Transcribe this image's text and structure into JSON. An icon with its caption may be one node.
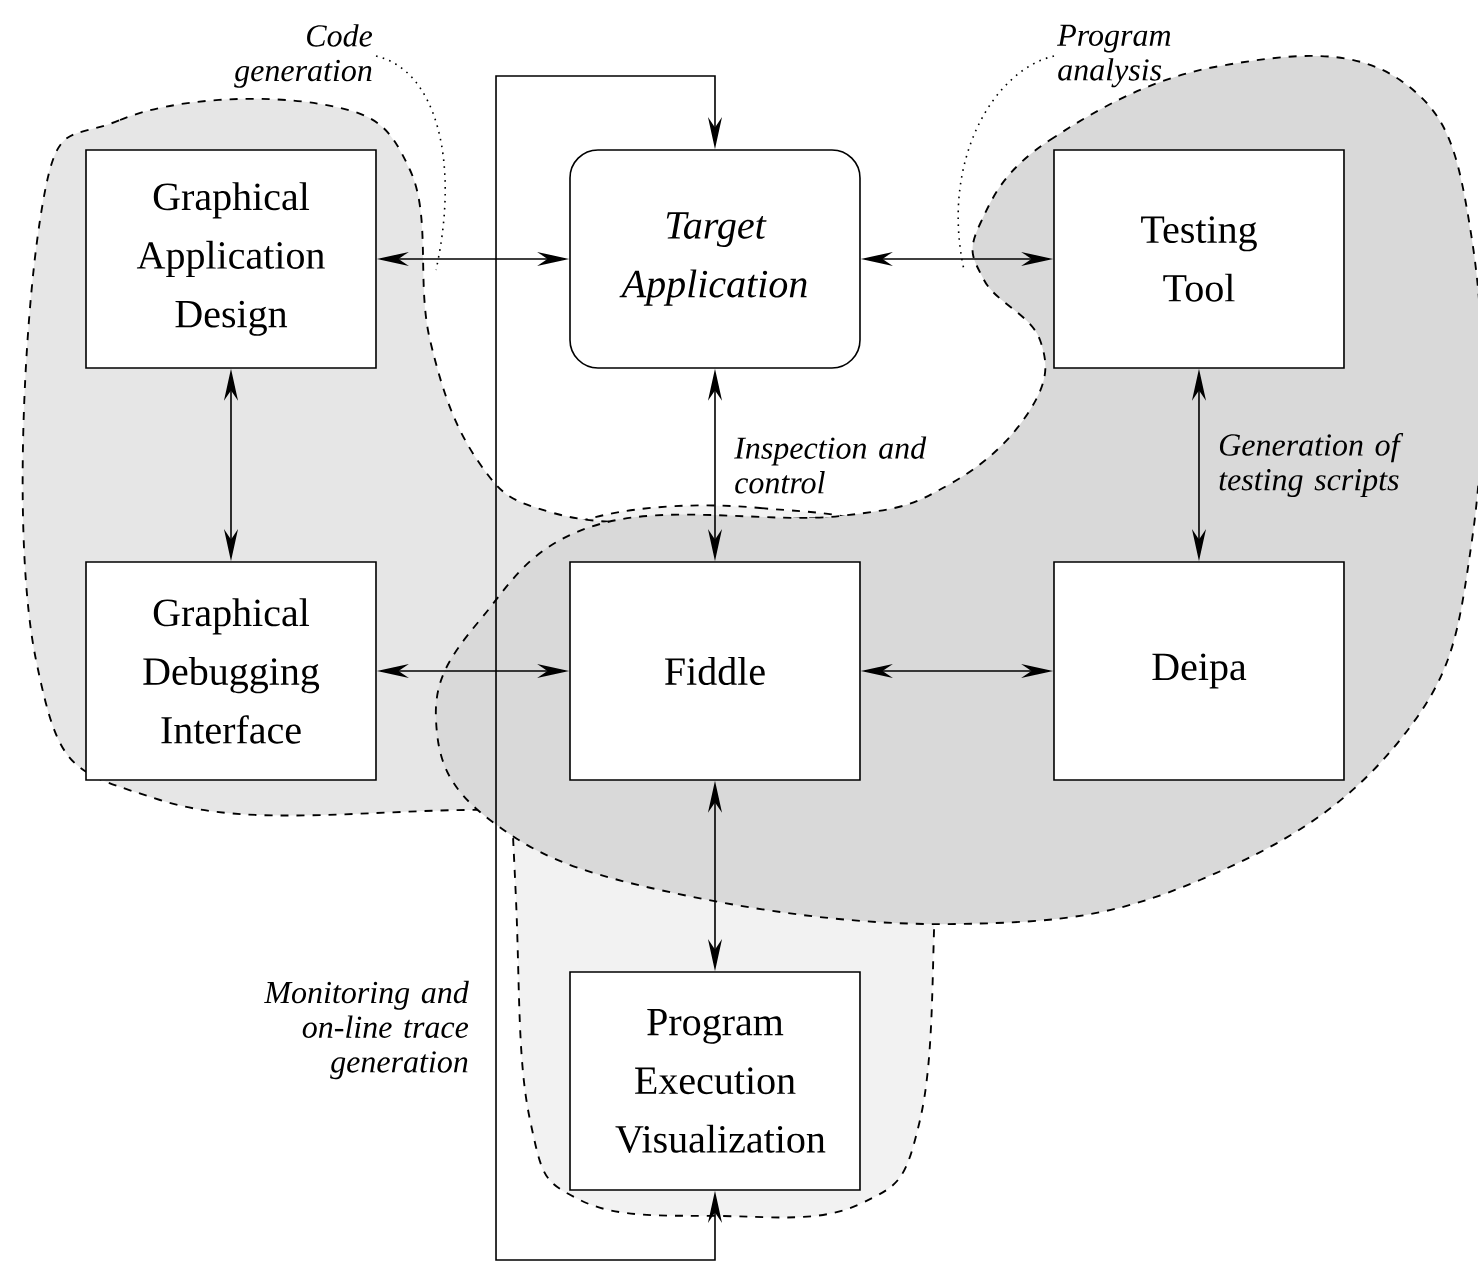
{
  "diagram": {
    "nodes": [
      {
        "text": [
          "Code generation"
        ]
      },
      {
        "text": [
          "Program analysis"
        ]
      },
      {
        "text": [
          "Graphical Application Design"
        ]
      },
      {
        "text": [
          "Target Application"
        ]
      },
      {
        "text": [
          "Testing Tool"
        ]
      },
      {
        "text": [
          "Graphical Debugging Interface"
        ]
      },
      {
        "text": [
          "Fiddle"
        ]
      },
      {
        "text": [
          "Deipa"
        ]
      },
      {
        "text": [
          "Program Execution Visualization"
        ]
      }
    ],
    "edges": [
      {
        "from": 2,
        "to": 3,
        "arrow": "both"
      },
      {
        "from": 3,
        "to": 4,
        "arrow": "both"
      },
      {
        "from": 2,
        "to": 5,
        "arrow": "both"
      },
      {
        "from": 3,
        "to": 6,
        "arrow": "both",
        "label": "Inspection and control"
      },
      {
        "from": 4,
        "to": 7,
        "arrow": "both",
        "label": "Generation of testing scripts"
      },
      {
        "from": 5,
        "to": 6,
        "arrow": "both"
      },
      {
        "from": 6,
        "to": 7,
        "arrow": "both"
      },
      {
        "from": 6,
        "to": 8,
        "arrow": "both"
      },
      {
        "from": 8,
        "to": 3,
        "arrow": "both",
        "label": "Monitoring and on-line trace generation"
      },
      {
        "from": 0,
        "to": null,
        "arrow": "none",
        "style": "dashed"
      },
      {
        "from": 1,
        "to": null,
        "arrow": "none",
        "style": "dashed"
      }
    ]
  }
}
